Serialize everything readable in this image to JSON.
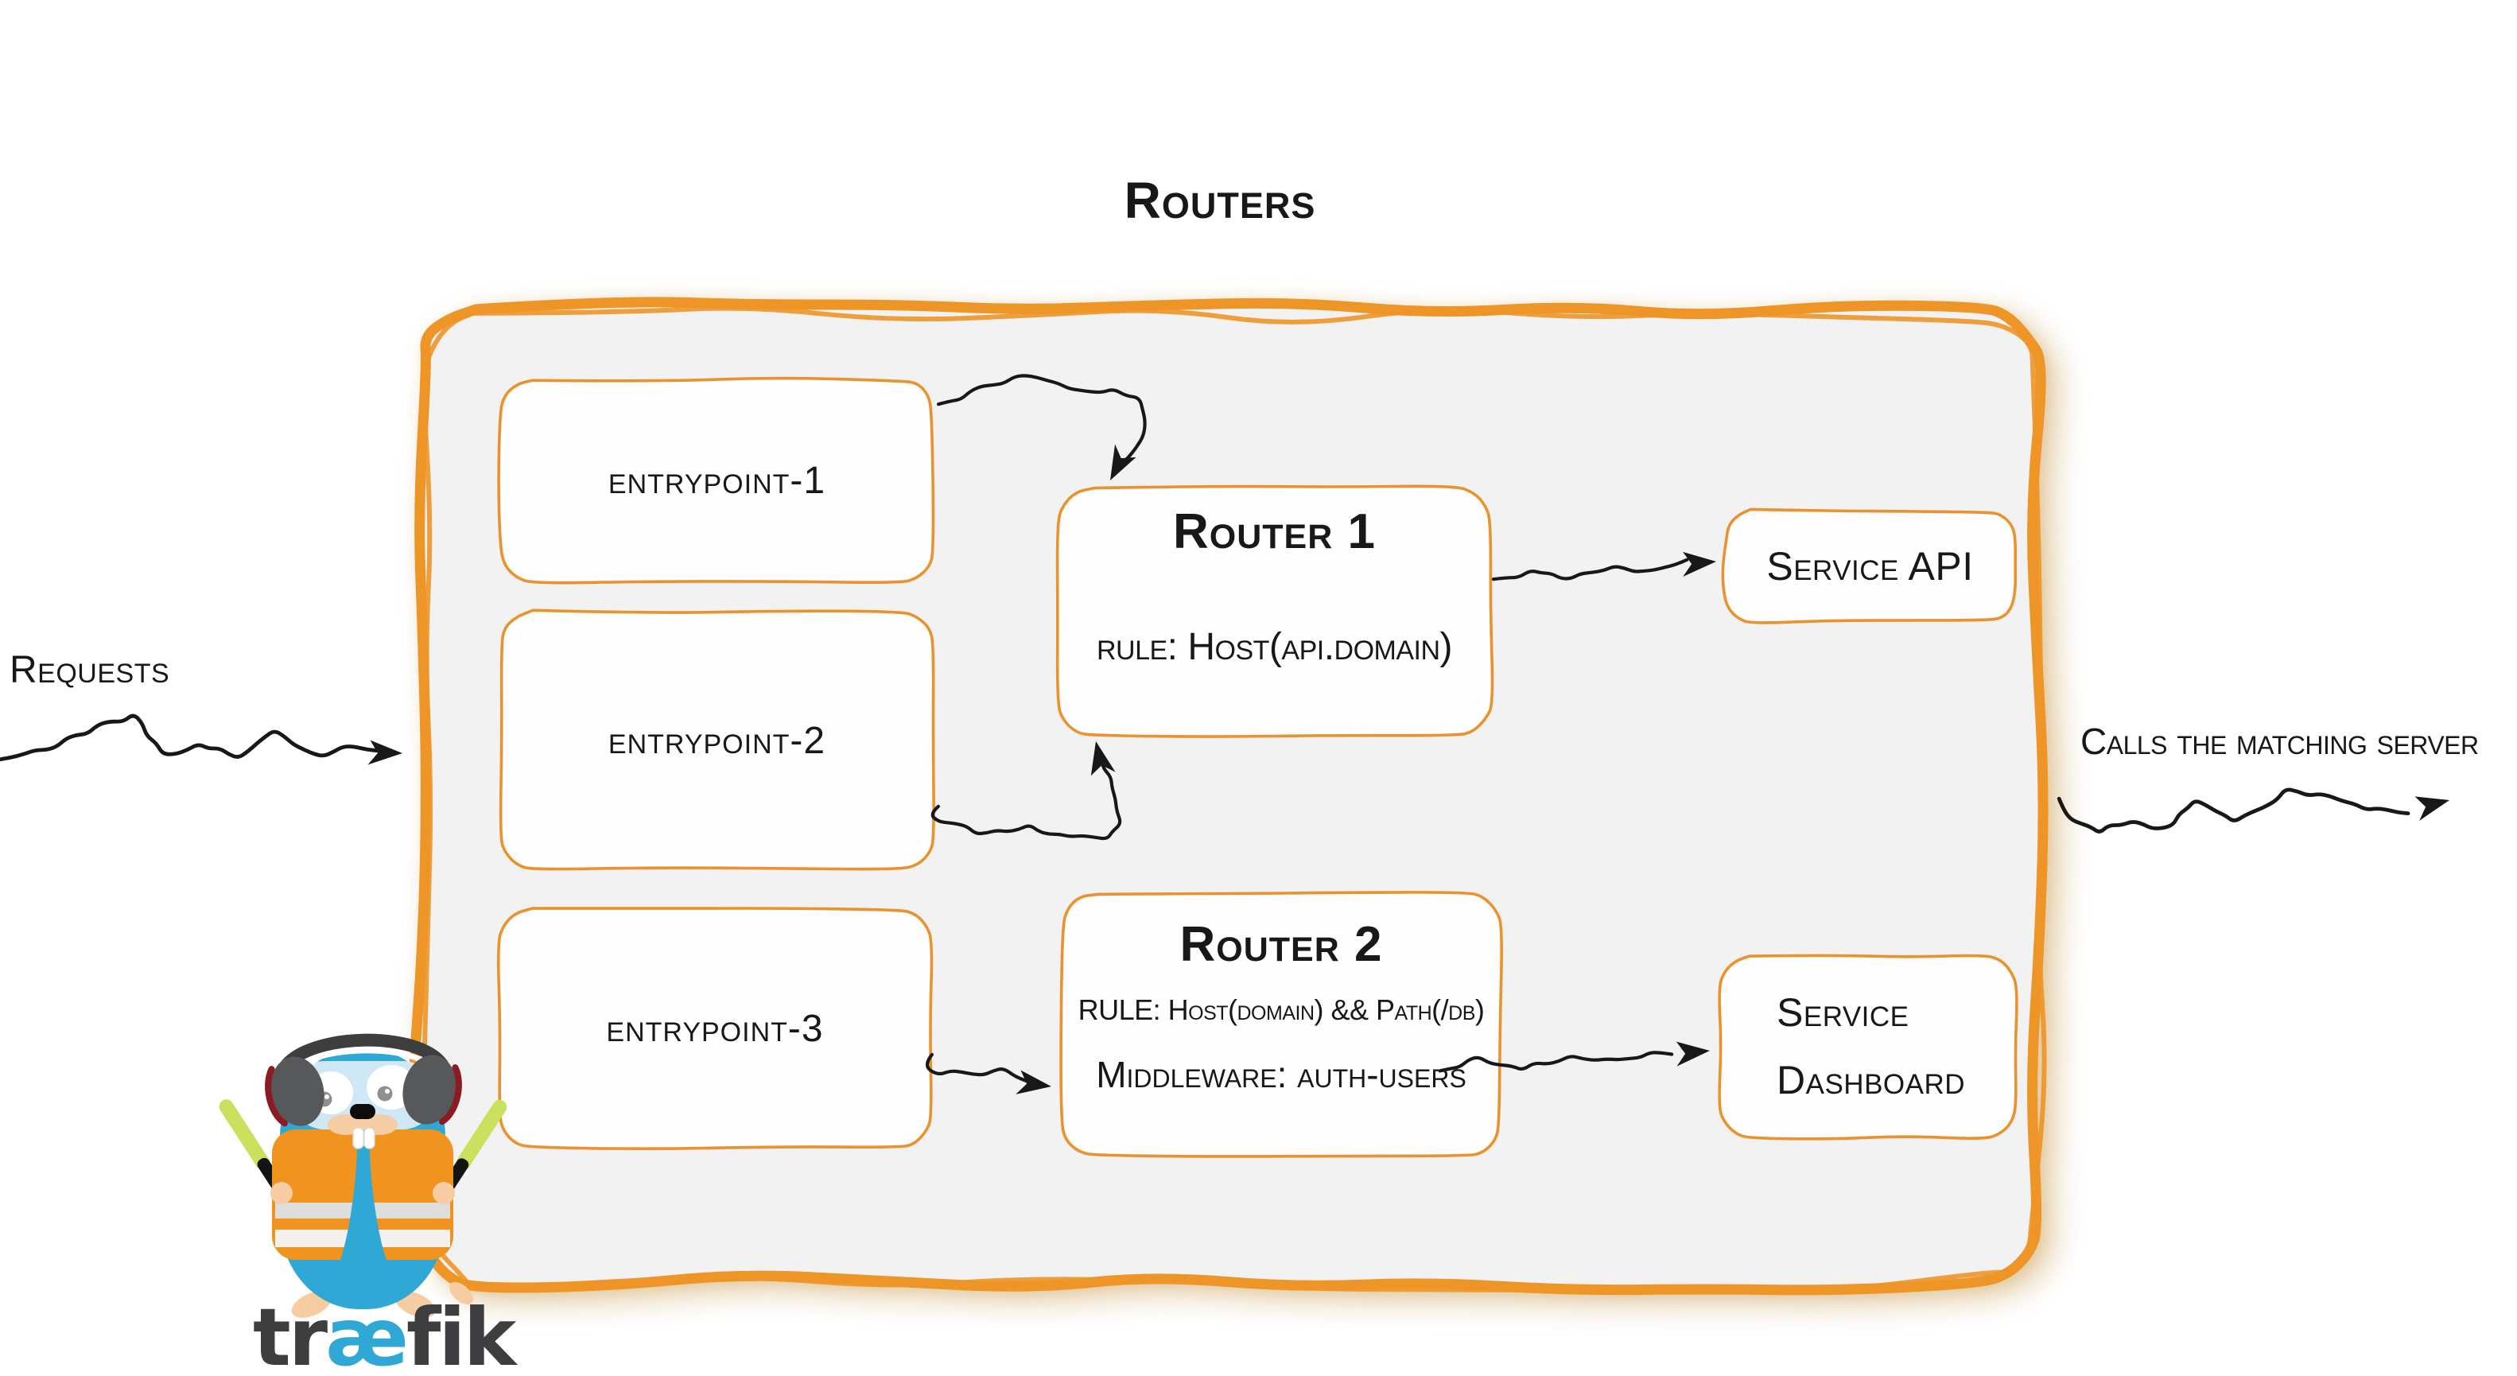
{
  "title": "Routers",
  "labels": {
    "requests": "Requests",
    "calls": "Calls the matching server"
  },
  "entrypoints": [
    {
      "label": "entrypoint-1"
    },
    {
      "label": "entrypoint-2"
    },
    {
      "label": "entrypoint-3"
    }
  ],
  "routers": [
    {
      "title": "Router 1",
      "rule": "rule: Host(api.domain)"
    },
    {
      "title": "Router 2",
      "rule": "RULE: Host(domain) && Path(/db)",
      "middleware": "Middleware: auth-users"
    }
  ],
  "services": [
    {
      "label": "Service API"
    },
    {
      "line1": "Service",
      "line2": "Dashboard"
    }
  ],
  "logo": {
    "wordmark_prefix": "tr",
    "wordmark_ligature": "æ",
    "wordmark_suffix": "fik"
  },
  "colors": {
    "accent_orange": "#EE9528",
    "box_border": "#E8932E",
    "container_fill": "#F2F2F2",
    "box_fill": "#FEFEFE",
    "ink": "#181818",
    "logo_blue": "#2FA8D5",
    "logo_dark": "#3E3E40",
    "vest_orange": "#F0941F",
    "vest_stripe_light": "#DDDDDC",
    "vest_stripe_white": "#F2F1EF",
    "baton_green": "#C9E15C",
    "skin_tan": "#F6CDA2",
    "headphone_gray": "#57585A",
    "headphone_red": "#8C1A23",
    "pupil_gray": "#8F9092",
    "goggle_tint": "#EAF4FA"
  }
}
